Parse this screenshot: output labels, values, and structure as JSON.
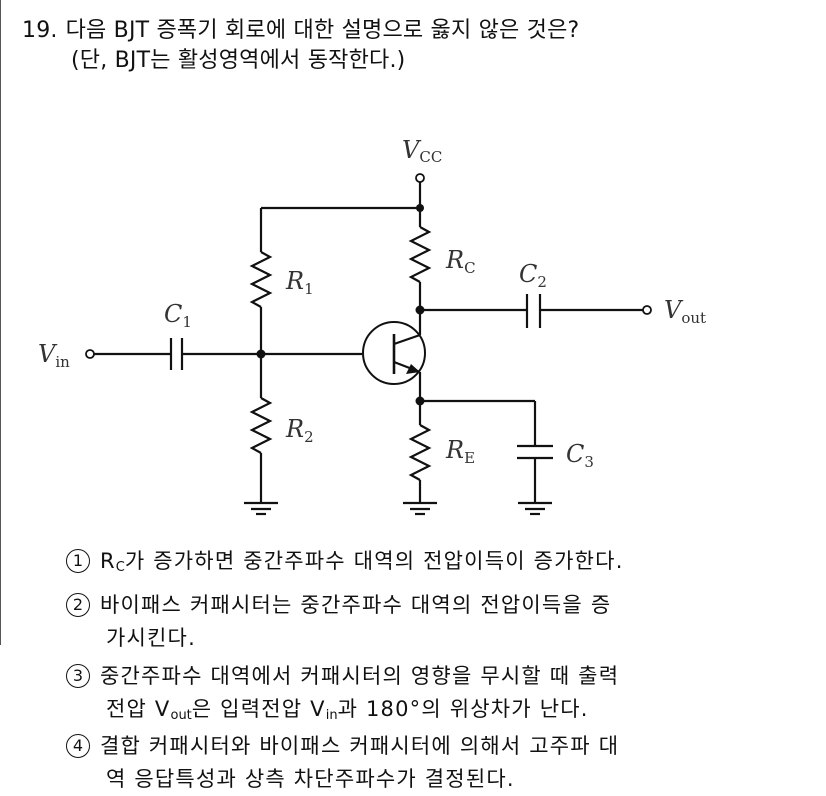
{
  "question": {
    "number": "19.",
    "text": "다음 BJT 증폭기 회로에 대한 설명으로 옳지 않은 것은?",
    "condition": "(단, BJT는 활성영역에서 동작한다.)"
  },
  "circuit": {
    "labels": {
      "vcc": {
        "main": "V",
        "sub": "CC"
      },
      "vin": {
        "main": "V",
        "sub": "in"
      },
      "vout": {
        "main": "V",
        "sub": "out"
      },
      "r1": {
        "main": "R",
        "sub": "1"
      },
      "r2": {
        "main": "R",
        "sub": "2"
      },
      "rc": {
        "main": "R",
        "sub": "C"
      },
      "re": {
        "main": "R",
        "sub": "E"
      },
      "c1": {
        "main": "C",
        "sub": "1"
      },
      "c2": {
        "main": "C",
        "sub": "2"
      },
      "c3": {
        "main": "C",
        "sub": "3"
      }
    },
    "components": [
      "R1",
      "R2",
      "RC",
      "RE",
      "C1",
      "C2",
      "C3",
      "NPN BJT"
    ],
    "line_color": "#111111"
  },
  "options": [
    {
      "marker": "1",
      "parts": {
        "a": "R",
        "a_sub": "C",
        "b": "가 증가하면 중간주파수 대역의 전압이득이 증가한다."
      }
    },
    {
      "marker": "2",
      "line1": "바이패스 커패시터는 중간주파수 대역의 전압이득을 증",
      "line2": "가시킨다."
    },
    {
      "marker": "3",
      "line1": "중간주파수 대역에서 커패시터의 영향을 무시할 때 출력",
      "line2_parts": {
        "a": "전압 V",
        "a_sub": "out",
        "b": "은 입력전압 V",
        "b_sub": "in",
        "c": "과 180°의 위상차가 난다."
      }
    },
    {
      "marker": "4",
      "line1": "결합 커패시터와 바이패스 커패시터에 의해서 고주파 대",
      "line2": "역 응답특성과 상측 차단주파수가 결정된다."
    }
  ]
}
